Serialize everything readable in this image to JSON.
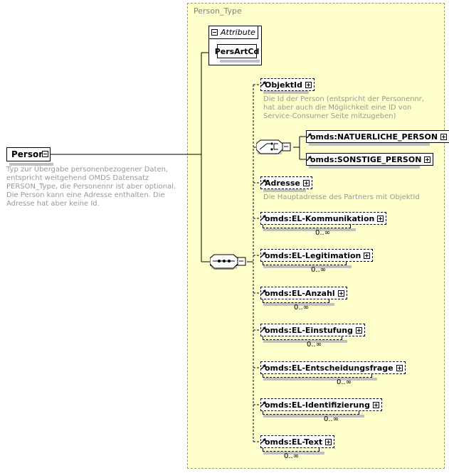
{
  "diagram": {
    "type_name": "Person_Type",
    "root": {
      "label": "Person",
      "toggle": "minus-btn",
      "description": "Typ zur Übergabe personenbezogener Daten, entspricht weitgehend OMDS Datensatz PERSON_Type, die Personennr ist aber optional. Die Person kann eine Adresse enthalten. Die Adresse hat aber keine Id."
    },
    "attribute_group": {
      "label": "Attribute",
      "toggle": "minus-btn",
      "items": [
        {
          "label": "PersArtCd"
        }
      ]
    },
    "compositors": {
      "choice": "choice-node",
      "sequence": "sequence-node"
    },
    "elements": [
      {
        "label": "ObjektId",
        "optional": true,
        "repeating": false,
        "cardinality": "",
        "annotation": "Die Id der Person (entspricht der Personennr, hat aber auch die Möglichkeit eine ID von Service-Consumer Seite mitzugeben)",
        "expand": "plus-btn"
      },
      {
        "label": "omds:NATUERLICHE_PERSON",
        "optional": false,
        "repeating": false,
        "cardinality": "",
        "annotation": "",
        "expand": "plus-btn"
      },
      {
        "label": "omds:SONSTIGE_PERSON",
        "optional": false,
        "repeating": false,
        "cardinality": "",
        "annotation": "",
        "expand": "plus-btn"
      },
      {
        "label": "Adresse",
        "optional": true,
        "repeating": false,
        "cardinality": "",
        "annotation": "Die Hauptadresse des Partners mit ObjektId",
        "expand": "plus-btn"
      },
      {
        "label": "omds:EL-Kommunikation",
        "optional": true,
        "repeating": true,
        "cardinality": "0..∞",
        "annotation": "",
        "expand": "plus-btn"
      },
      {
        "label": "omds:EL-Legitimation",
        "optional": true,
        "repeating": true,
        "cardinality": "0..∞",
        "annotation": "",
        "expand": "plus-btn"
      },
      {
        "label": "omds:EL-Anzahl",
        "optional": true,
        "repeating": true,
        "cardinality": "0..∞",
        "annotation": "",
        "expand": "plus-btn"
      },
      {
        "label": "omds:EL-Einstufung",
        "optional": true,
        "repeating": true,
        "cardinality": "0..∞",
        "annotation": "",
        "expand": "plus-btn"
      },
      {
        "label": "omds:EL-Entscheidungsfrage",
        "optional": true,
        "repeating": true,
        "cardinality": "0..∞",
        "annotation": "",
        "expand": "plus-btn"
      },
      {
        "label": "omds:EL-Identifizierung",
        "optional": true,
        "repeating": true,
        "cardinality": "0..∞",
        "annotation": "",
        "expand": "plus-btn"
      },
      {
        "label": "omds:EL-Text",
        "optional": true,
        "repeating": true,
        "cardinality": "0..∞",
        "annotation": "",
        "expand": "plus-btn"
      }
    ],
    "colors": {
      "container_fill": "#ffffcc",
      "container_border": "#999966",
      "node_fill": "#ffffff",
      "line": "#000000",
      "annotation_text": "#999999",
      "shadow": "#c0c0c0"
    }
  }
}
